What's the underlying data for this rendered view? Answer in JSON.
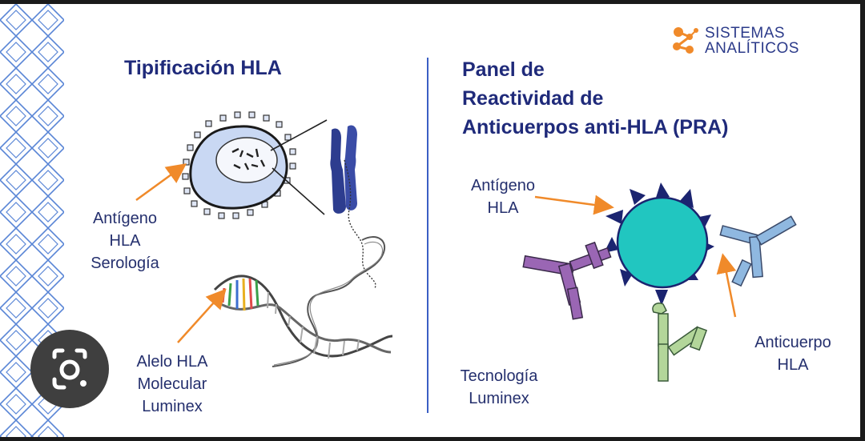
{
  "logo": {
    "line1": "SISTEMAS",
    "line2": "ANALÍTICOS"
  },
  "left_panel": {
    "title": "Tipificación HLA",
    "label_serology": "Antígeno\nHLA\nSerología",
    "label_molecular": "Alelo HLA\nMolecular\nLuminex"
  },
  "right_panel": {
    "title_line1": "Panel de",
    "title_line2": "Reactividad de",
    "title_line3": "Anticuerpos anti-HLA (PRA)",
    "label_antigen": "Antígeno\nHLA",
    "label_antibody": "Anticuerpo\nHLA",
    "label_technology": "Tecnología\nLuminex"
  },
  "colors": {
    "title": "#1f2a7a",
    "arrow": "#f08a2a",
    "bead": "#21c6c0",
    "spikes": "#1b2470",
    "antibody_purple": "#9a66b4",
    "antibody_blue": "#8fb8e0",
    "antibody_green": "#b3d69a",
    "pattern": "#5a86d6"
  },
  "icons": {
    "lens": "google-lens-icon"
  }
}
